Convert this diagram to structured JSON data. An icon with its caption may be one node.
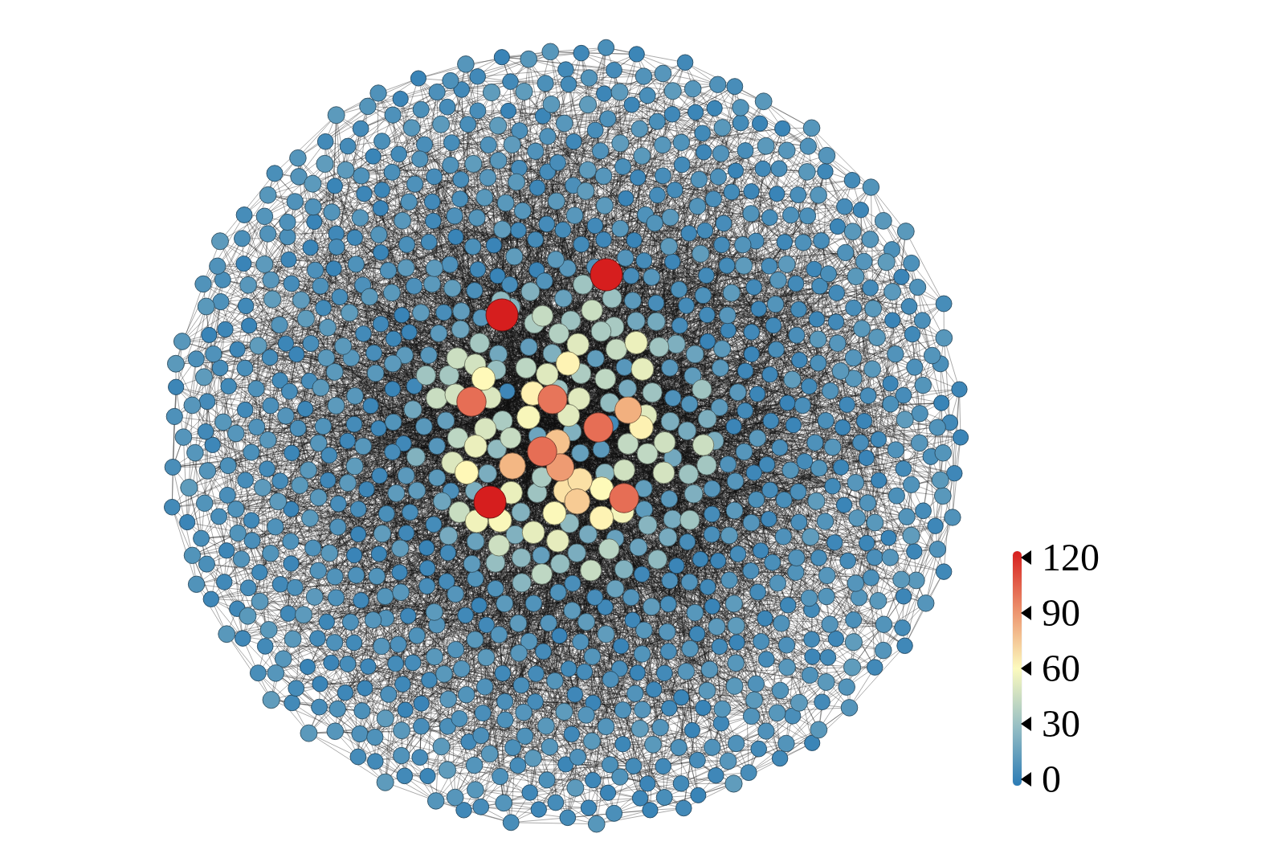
{
  "diagram": {
    "labels": [
      "120",
      "90",
      "60",
      "30",
      "0"
    ]
  }
}
